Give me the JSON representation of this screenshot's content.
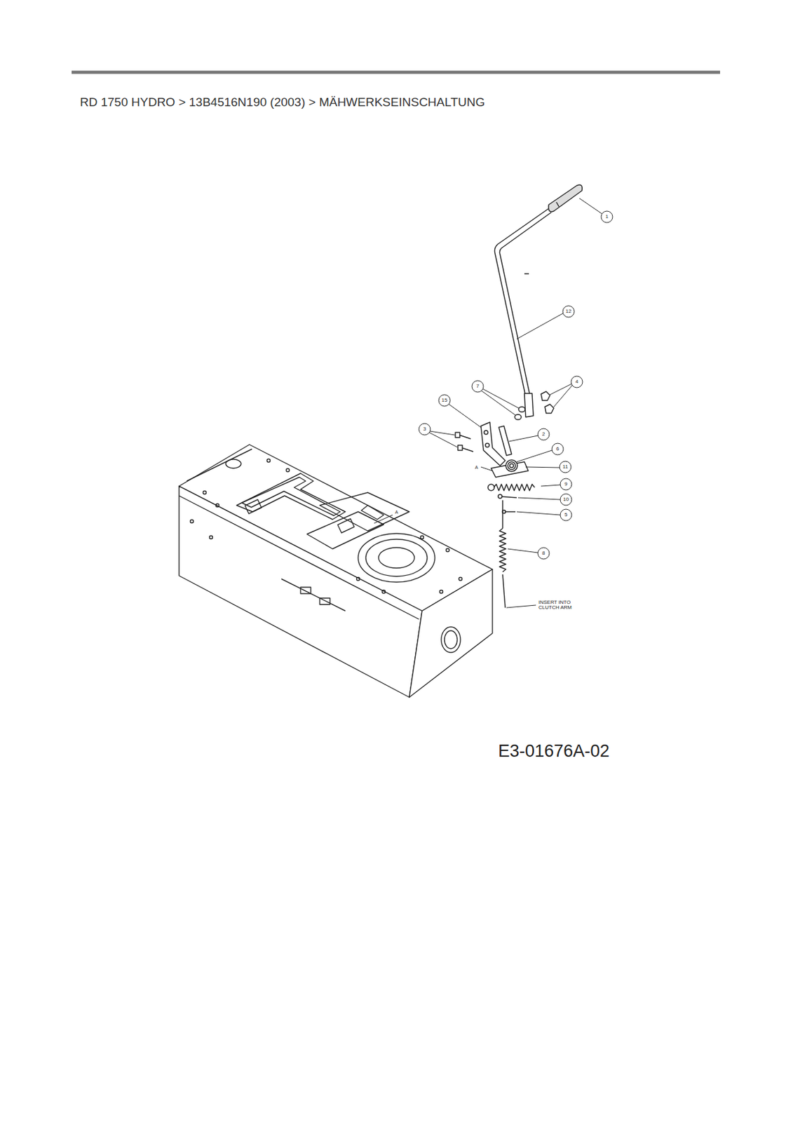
{
  "diagram": {
    "title": "RD 1750 HYDRO > 13B4516N190 (2003) > MÄHWERKSEINSCHALTUNG",
    "labels": [
      "1",
      "12",
      "7",
      "4",
      "15",
      "3",
      "2",
      "6",
      "11",
      "9",
      "10",
      "5",
      "8",
      "A",
      "A",
      "INSERT INTO CLUTCH ARM",
      "E3-01676A-02"
    ]
  }
}
